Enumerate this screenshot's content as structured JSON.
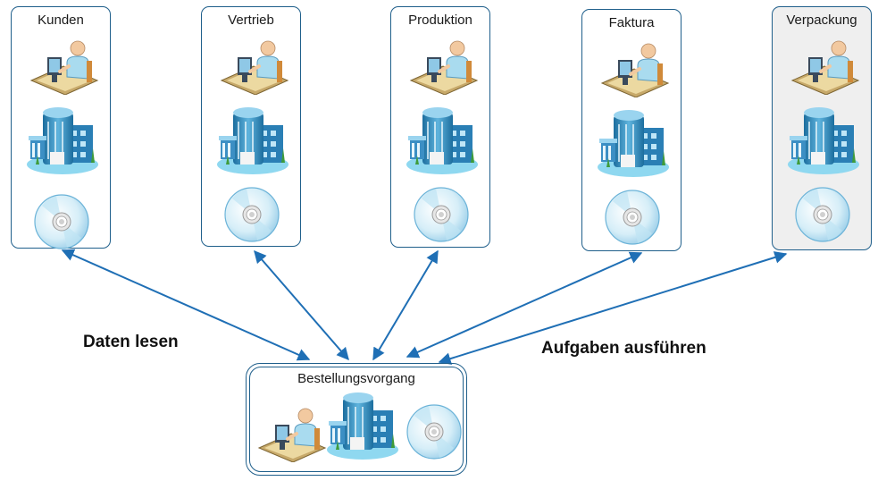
{
  "modules": [
    {
      "id": "kunden",
      "title": "Kunden"
    },
    {
      "id": "vertrieb",
      "title": "Vertrieb"
    },
    {
      "id": "produktion",
      "title": "Produktion"
    },
    {
      "id": "faktura",
      "title": "Faktura"
    },
    {
      "id": "verpackung",
      "title": "Verpackung"
    }
  ],
  "order_process": {
    "title": "Bestellungsvorgang"
  },
  "labels": {
    "left": "Daten lesen",
    "right": "Aufgaben ausführen"
  },
  "colors": {
    "border": "#1f5f8b",
    "arrow": "#1f6fb5",
    "shaded": "#efefef"
  }
}
